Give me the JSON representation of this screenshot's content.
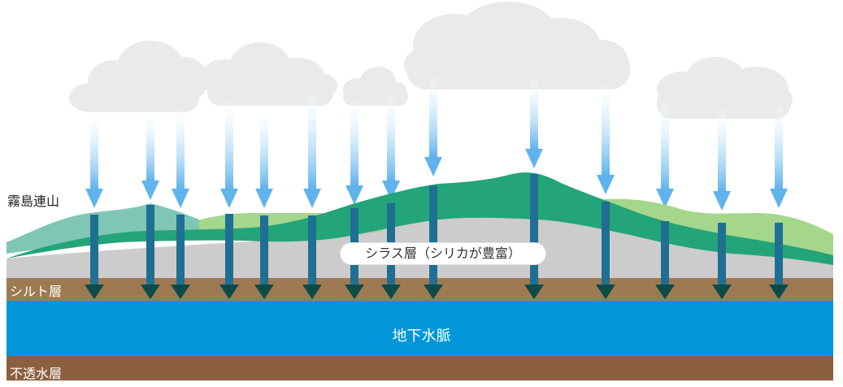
{
  "labels": {
    "mountain": "霧島連山",
    "shirasu": "シラス層（シリカが豊富）",
    "silt": "シルト層",
    "aquifer": "地下水脈",
    "impermeable": "不透水層"
  },
  "colors": {
    "sky_arrow": "#5fb4ec",
    "ground_arrow": "#1f6f93",
    "ground_arrowhead": "#0d4a4a",
    "shirasu": "#cccccc",
    "silt": "#9e7a52",
    "aquifer": "#0096d9",
    "impermeable": "#8c5f3e",
    "mountain_front": "#23a479",
    "mountain_teal": "#7fc6b4",
    "mountain_light": "#a4d68c",
    "cloud": "#eaeaea"
  }
}
